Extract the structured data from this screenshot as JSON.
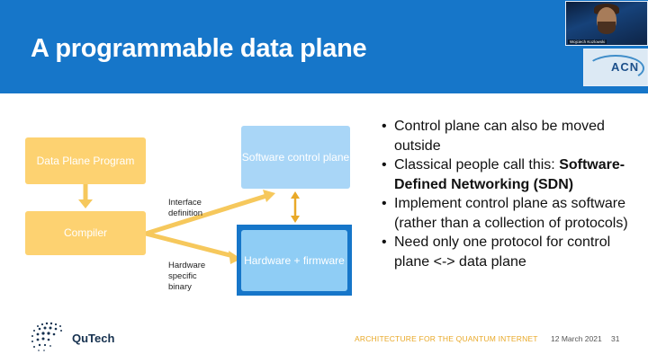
{
  "slide": {
    "title": "A programmable data plane",
    "diagram": {
      "data_plane_program": "Data Plane Program",
      "compiler": "Compiler",
      "software_control_plane": "Software control plane",
      "hardware_firmware": "Hardware + firmware",
      "interface_definition": "Interface definition",
      "hardware_specific_binary": "Hardware specific binary"
    },
    "bullets": [
      {
        "text": "Control plane can also be moved outside"
      },
      {
        "text": "Classical people call this: ",
        "bold": "Software-Defined Networking (SDN)"
      },
      {
        "text": "Implement control plane as software (rather than a collection of protocols)"
      },
      {
        "text": "Need only one protocol for control plane <-> data plane"
      }
    ],
    "footer": {
      "logo_text": "QuTech",
      "course": "ARCHITECTURE FOR THE QUANTUM INTERNET",
      "date": "12 March 2021",
      "page": "31"
    }
  },
  "video": {
    "participant_name": "Wojciech Kozlowski",
    "logo_text": "ACN"
  },
  "colors": {
    "header_blue": "#1676c9",
    "yellow_box": "#fdd271",
    "light_blue_box": "#a9d6f7",
    "arrow_yellow": "#f6c85c",
    "arrow_orange": "#e9a928"
  }
}
